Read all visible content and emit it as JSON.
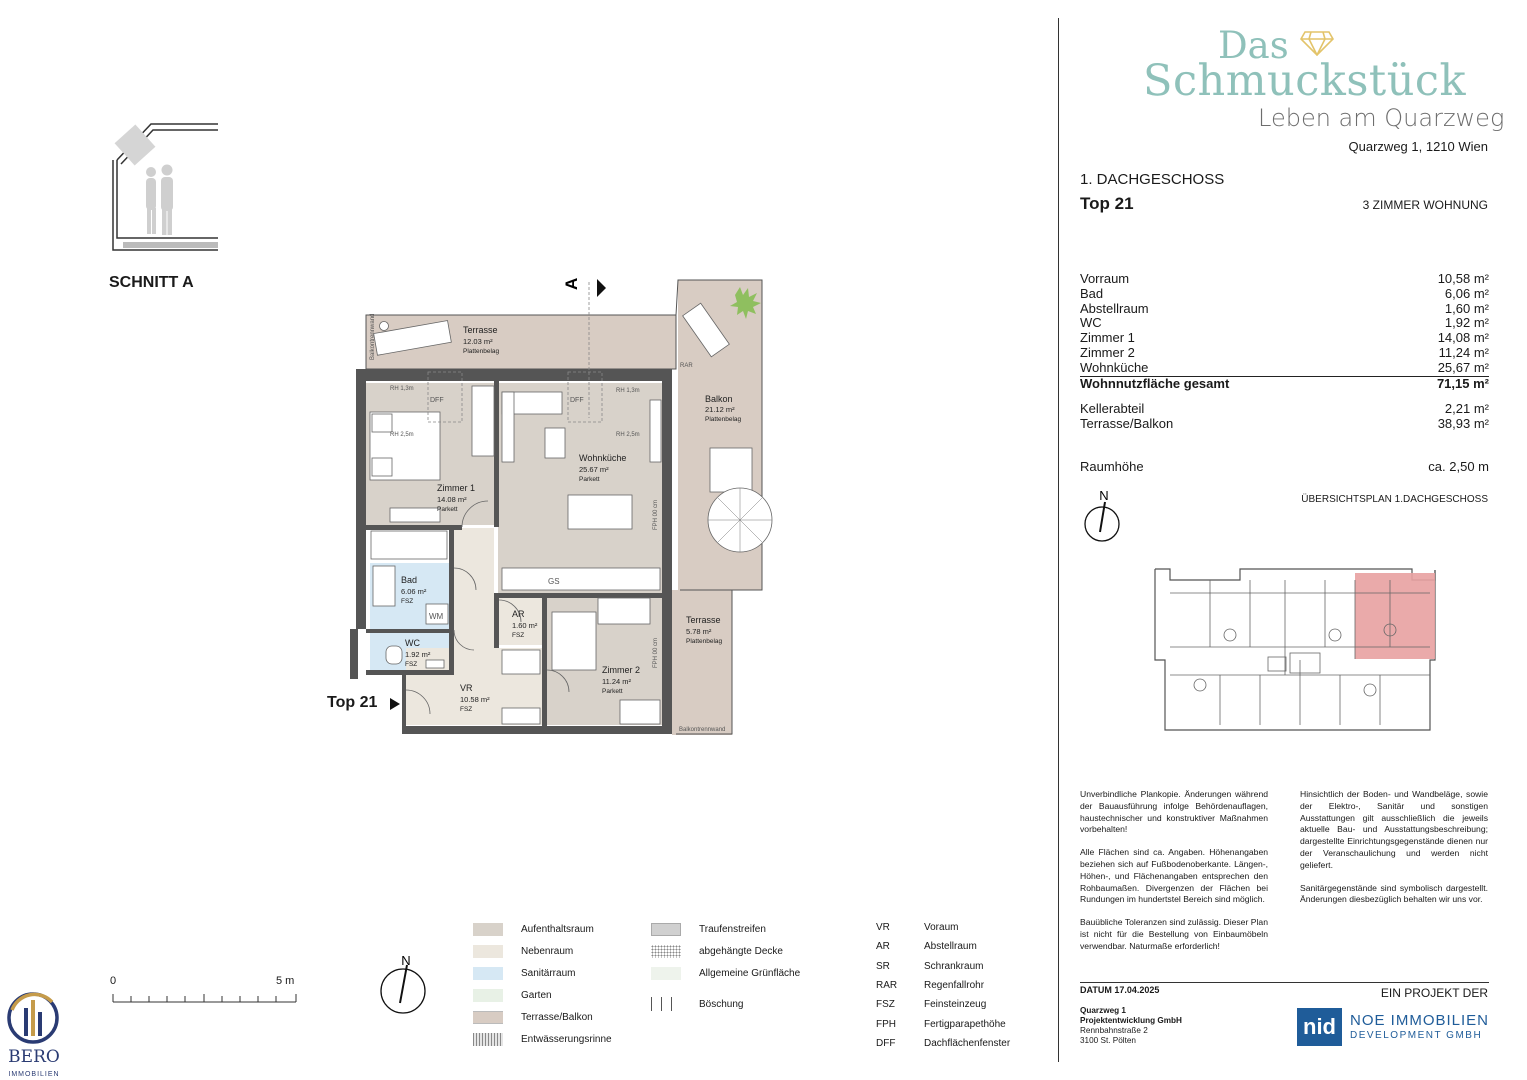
{
  "brand": {
    "das": "Das",
    "name": "Schmuckstück",
    "tagline": "Leben am Quarzweg",
    "address": "Quarzweg 1, 1210 Wien"
  },
  "unit": {
    "floor": "1. DACHGESCHOSS",
    "top": "Top 21",
    "type": "3 ZIMMER WOHNUNG"
  },
  "areas": [
    {
      "name": "Vorraum",
      "value": "10,58 m²"
    },
    {
      "name": "Bad",
      "value": "6,06 m²"
    },
    {
      "name": "Abstellraum",
      "value": "1,60 m²"
    },
    {
      "name": "WC",
      "value": "1,92 m²"
    },
    {
      "name": "Zimmer 1",
      "value": "14,08 m²"
    },
    {
      "name": "Zimmer 2",
      "value": "11,24 m²"
    },
    {
      "name": "Wohnküche",
      "value": "25,67 m²"
    }
  ],
  "total": {
    "name": "Wohnnutzfläche gesamt",
    "value": "71,15 m²"
  },
  "extra_areas": [
    {
      "name": "Kellerabteil",
      "value": "2,21 m²"
    },
    {
      "name": "Terrasse/Balkon",
      "value": "38,93 m²"
    }
  ],
  "room_height": {
    "name": "Raumhöhe",
    "value": "ca. 2,50 m"
  },
  "overview_title": "ÜBERSICHTSPLAN 1.DACHGESCHOSS",
  "north": "N",
  "notes_left": [
    "Unverbindliche Plankopie. Änderungen während der Bauausführung infolge Behördenauflagen, haustechnischer und konstruktiver Maßnahmen vorbehalten!",
    "Alle Flächen sind ca. Angaben. Höhenangaben beziehen sich auf Fußbodenoberkante. Längen-, Höhen-, und Flächenangaben entsprechen den Rohbaumaßen. Divergenzen der Flächen bei Rundungen im hundertstel Bereich sind möglich.",
    "Bauübliche Toleranzen sind zulässig. Dieser Plan ist nicht für die Bestellung von Einbaumöbeln verwendbar. Naturmaße erforderlich!"
  ],
  "notes_right": [
    "Hinsichtlich der Boden- und Wandbeläge, sowie der Elektro-, Sanitär und sonstigen Ausstattungen gilt ausschließlich die jeweils aktuelle Bau- und Ausstattungsbeschreibung; dargestellte Einrichtungsgegenstände dienen nur der Veranschaulichung und werden nicht geliefert.",
    "Sanitärgegenstände sind symbolisch dargestellt. Änderungen diesbezüglich behalten wir uns vor."
  ],
  "footer": {
    "datum": "DATUM   17.04.2025",
    "projekt": "EIN PROJEKT DER",
    "company_name": "Quarzweg 1",
    "company_sub": "Projektentwicklung GmbH",
    "street": "Rennbahnstraße 2",
    "city": "3100 St. Pölten",
    "nid": "nid",
    "noe_line1": "NOE IMMOBILIEN",
    "noe_line2": "DEVELOPMENT GMBH"
  },
  "section": {
    "label": "SCHNITT A"
  },
  "plan": {
    "section_marker": "A",
    "top_label": "Top 21",
    "rooms": {
      "terrasse1_name": "Terrasse",
      "terrasse1_area": "12.03 m²",
      "terrasse1_floor": "Plattenbelag",
      "balkon_name": "Balkon",
      "balkon_area": "21.12 m²",
      "balkon_floor": "Plattenbelag",
      "terrasse2_name": "Terrasse",
      "terrasse2_area": "5.78 m²",
      "terrasse2_floor": "Plattenbelag",
      "zimmer1_name": "Zimmer 1",
      "zimmer1_area": "14.08 m²",
      "zimmer1_floor": "Parkett",
      "wohn_name": "Wohnküche",
      "wohn_area": "25.67 m²",
      "wohn_floor": "Parkett",
      "bad_name": "Bad",
      "bad_area": "6.06 m²",
      "bad_floor": "FSZ",
      "wc_name": "WC",
      "wc_area": "1.92 m²",
      "wc_floor": "FSZ",
      "ar_name": "AR",
      "ar_area": "1.60 m²",
      "ar_floor": "FSZ",
      "vr_name": "VR",
      "vr_area": "10.58 m²",
      "vr_floor": "FSZ",
      "zimmer2_name": "Zimmer 2",
      "zimmer2_area": "11.24 m²",
      "zimmer2_floor": "Parkett"
    },
    "small": {
      "rar": "RAR",
      "wm": "WM",
      "gs": "GS",
      "dff1": "DFF",
      "dff2": "DFF",
      "fph1": "FPH 00 cm",
      "fph2": "FPH 00 cm",
      "rh1": "RH 1,3m",
      "rh2": "RH 2,5m",
      "rh3": "RH 1,3m",
      "rh4": "RH 2,5m",
      "bktw1": "Balkontrennwand",
      "bktw2": "Balkontrennwand"
    }
  },
  "legend_materials": [
    {
      "label": "Aufenthaltsraum",
      "color": "#d8d2ca"
    },
    {
      "label": "Nebenraum",
      "color": "#ece7de"
    },
    {
      "label": "Sanitärraum",
      "color": "#d6e8f4"
    },
    {
      "label": "Garten",
      "color": "#e8f1e6"
    },
    {
      "label": "Terrasse/Balkon",
      "color": "#d8ccc3"
    },
    {
      "label": "Entwässerungsrinne",
      "color": "#c8c8c8"
    }
  ],
  "legend_symbols": [
    {
      "label": "Traufenstreifen"
    },
    {
      "label": "abgehängte Decke"
    },
    {
      "label": "Allgemeine Grünfläche"
    },
    {
      "label": "Böschung"
    }
  ],
  "legend_abbr": [
    {
      "abbr": "VR",
      "label": "Voraum"
    },
    {
      "abbr": "AR",
      "label": "Abstellraum"
    },
    {
      "abbr": "SR",
      "label": "Schrankraum"
    },
    {
      "abbr": "RAR",
      "label": "Regenfallrohr"
    },
    {
      "abbr": "FSZ",
      "label": "Feinsteinzeug"
    },
    {
      "abbr": "FPH",
      "label": "Fertigparapethöhe"
    },
    {
      "abbr": "DFF",
      "label": "Dachflächenfenster"
    }
  ],
  "scale": {
    "zero": "0",
    "five": "5 m"
  },
  "bero": {
    "name": "BERO",
    "sub": "IMMOBILIEN"
  },
  "colors": {
    "brand_teal": "#8fc1ba",
    "noe_blue": "#1f5c99",
    "highlight": "#e8a1a1"
  }
}
